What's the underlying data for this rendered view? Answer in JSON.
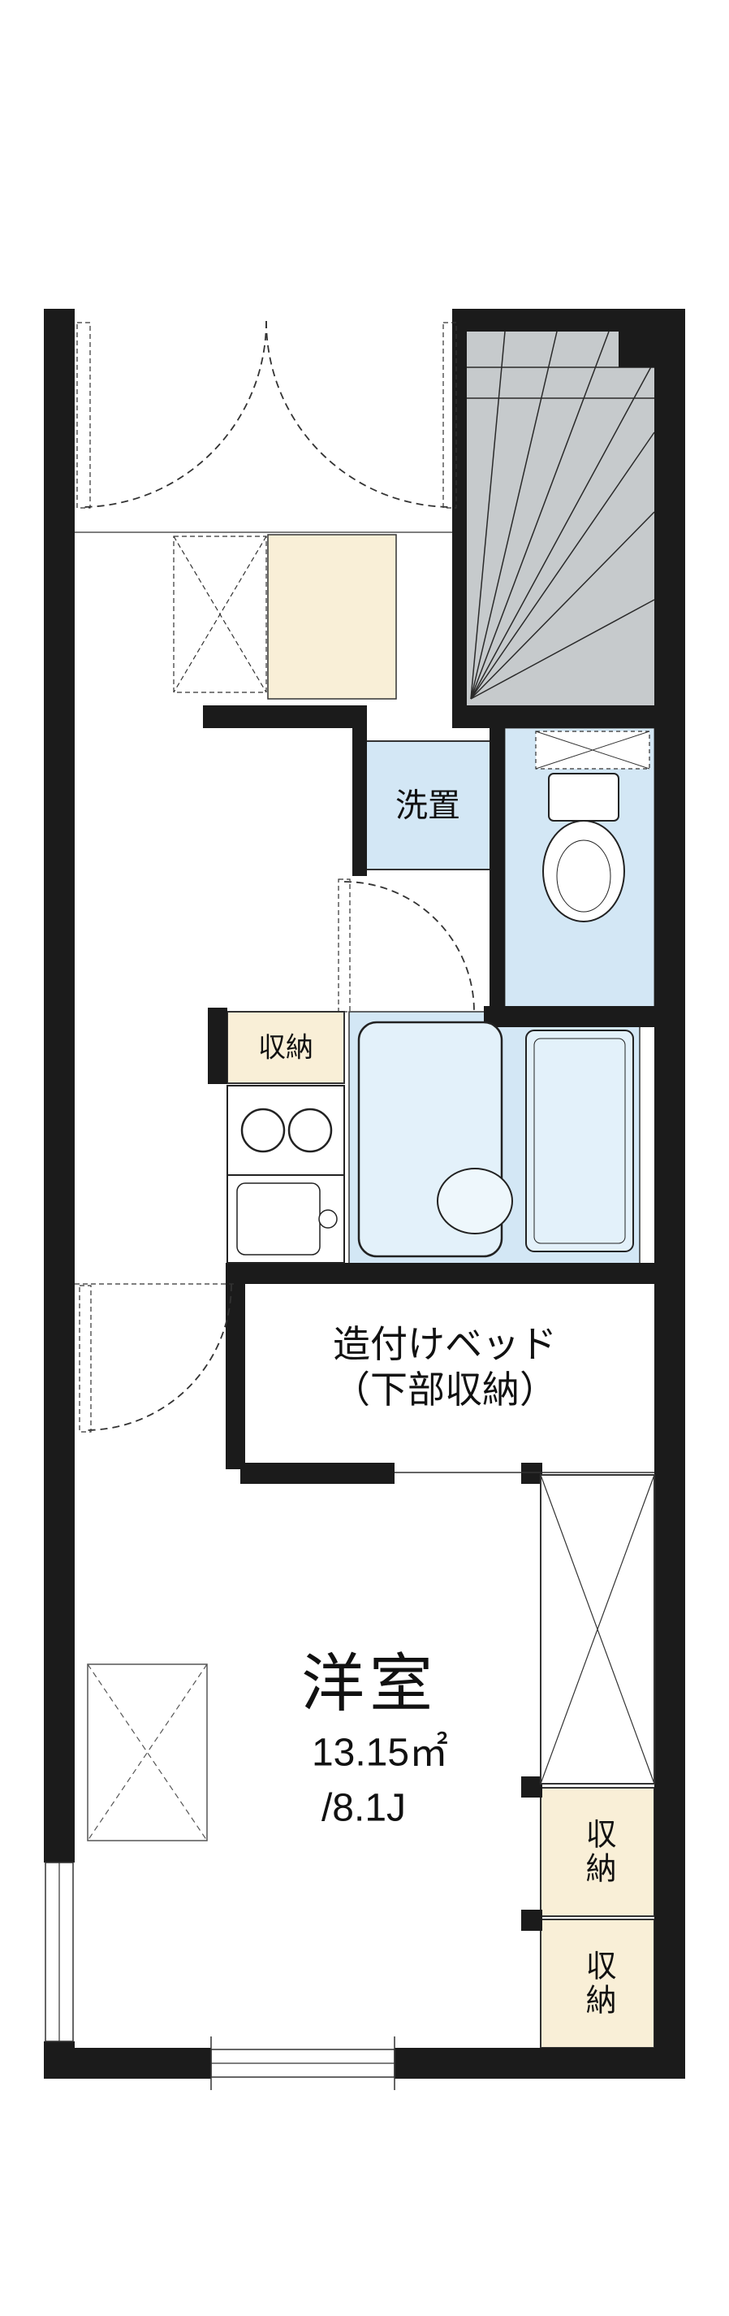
{
  "floorplan": {
    "labels": {
      "laundry": "洗置",
      "hall_storage": "収納",
      "bed_line1": "造付けベッド",
      "bed_line2": "（下部収納）",
      "room_name": "洋室",
      "room_area_m2": "13.15㎡",
      "room_area_jo": "/8.1J",
      "closet_upper": "収納",
      "closet_lower": "収納"
    },
    "colors": {
      "wall": "#1b1b1b",
      "water_area_fill": "#d3e7f5",
      "storage_fill": "#f9efd7",
      "stairs_fill": "#c6cacc",
      "line": "#2a2a2a"
    }
  }
}
